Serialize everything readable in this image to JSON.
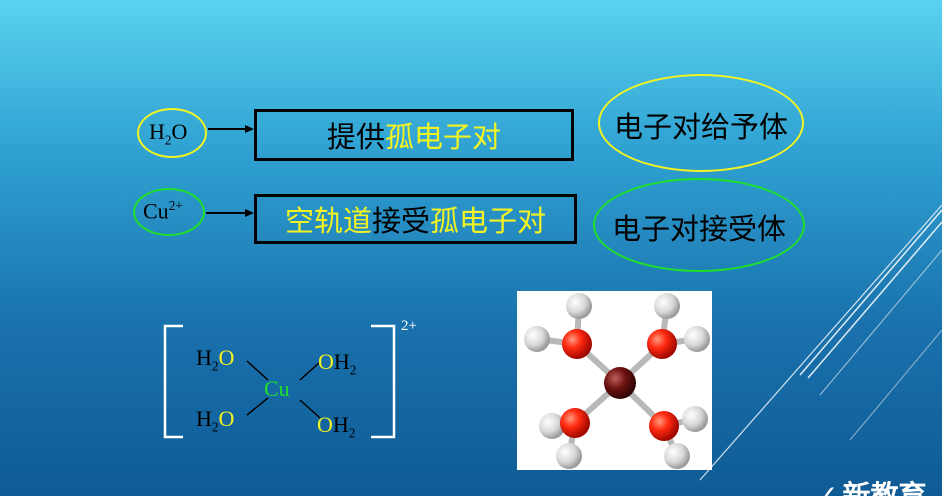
{
  "colors": {
    "yellow": "#f3f321",
    "green": "#1fe02a",
    "black": "#000000",
    "white": "#ffffff"
  },
  "row1": {
    "ligand": {
      "base": "H",
      "sub": "2",
      "tail": "O"
    },
    "box": {
      "p1": "提供",
      "p2": "孤电子对"
    },
    "role": "电子对给予体"
  },
  "row2": {
    "ion": {
      "base": "Cu",
      "sup": "2+"
    },
    "box": {
      "p1": "空轨道",
      "p2": "接受",
      "p3": "孤电子对"
    },
    "role": "电子对接受体"
  },
  "complex": {
    "center": "Cu",
    "charge": "2+",
    "ligands": {
      "tl": {
        "h": "H",
        "sub": "2",
        "o": "O"
      },
      "bl": {
        "h": "H",
        "sub": "2",
        "o": "O"
      },
      "tr": {
        "o": "O",
        "h": "H",
        "sub": "2"
      },
      "br": {
        "o": "O",
        "h": "H",
        "sub": "2"
      }
    }
  },
  "model": {
    "icon": "ball-and-stick-model"
  },
  "watermark": {
    "text": "新教育",
    "icon": "check-icon"
  }
}
